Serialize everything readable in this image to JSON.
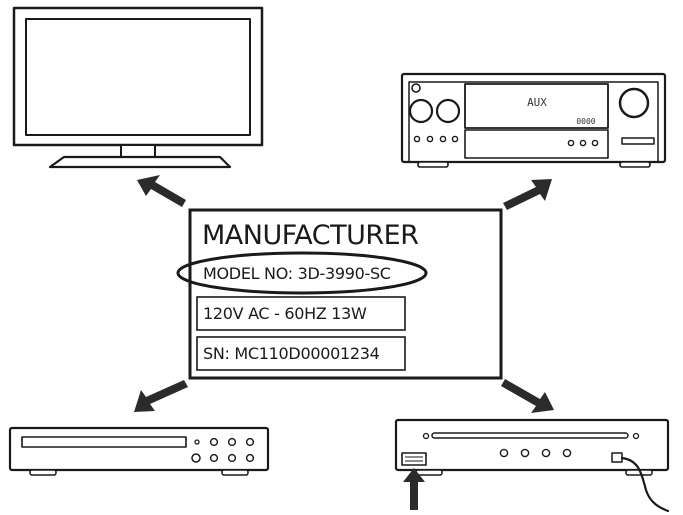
{
  "label": {
    "manufacturer": "MANUFACTURER",
    "model_no": "MODEL NO: 3D-3990-SC",
    "power": "120V AC - 60HZ 13W",
    "serial": "SN: MC110D00001234"
  },
  "receiver": {
    "display_main": "AUX",
    "display_sub": "0000"
  },
  "colors": {
    "stroke": "#1a1a1a",
    "arrow": "#2b2b2b",
    "fill": "#ffffff"
  },
  "icons": {
    "tv": "flat-screen-tv-icon",
    "receiver": "av-receiver-icon",
    "player": "disc-player-icon",
    "set_top": "set-top-box-icon",
    "arrows": "direction-arrow-icon"
  }
}
